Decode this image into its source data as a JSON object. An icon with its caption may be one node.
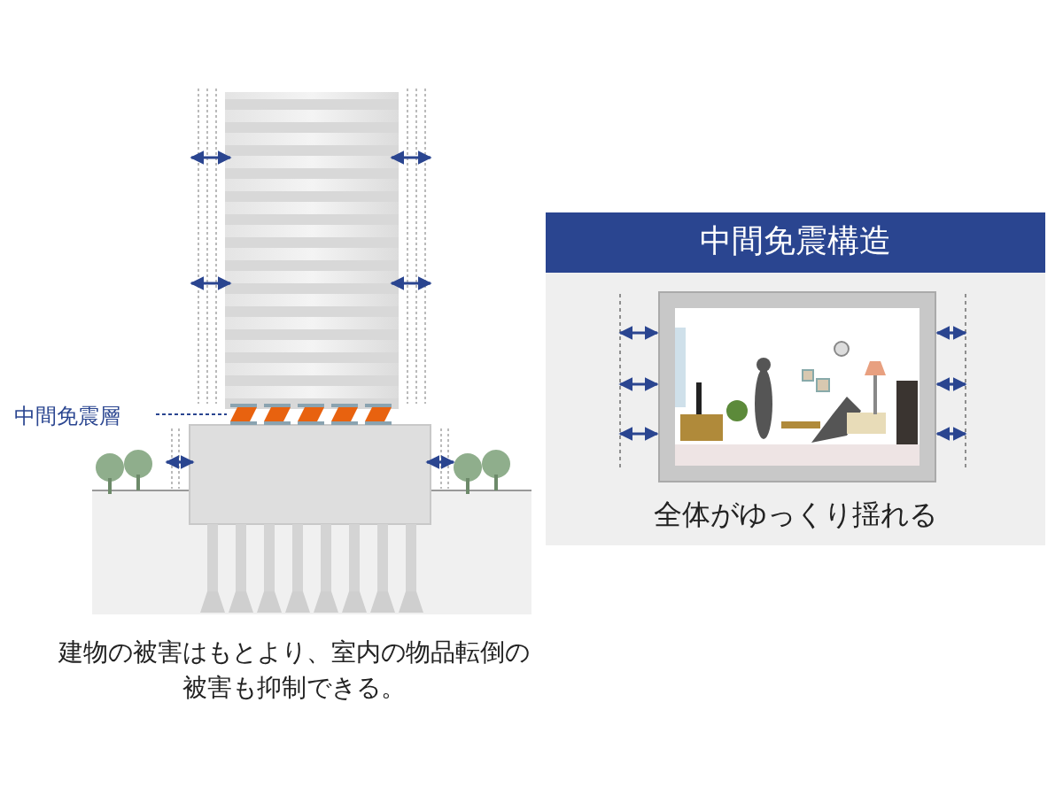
{
  "diagram": {
    "nodes": [
      {
        "text": [
          "中間免震構造",
          "全体がゆっくり揺れる"
        ]
      },
      {
        "text": [
          "中間免震層"
        ]
      },
      {
        "text": [],
        "shape": "bar"
      }
    ],
    "edges": [
      {
        "from": 1,
        "to": 2,
        "arrow": "none",
        "style": "dashed"
      }
    ],
    "labels": [
      "建物の被害はもとより、室内の物品転倒の被害も抑制できる。"
    ]
  }
}
